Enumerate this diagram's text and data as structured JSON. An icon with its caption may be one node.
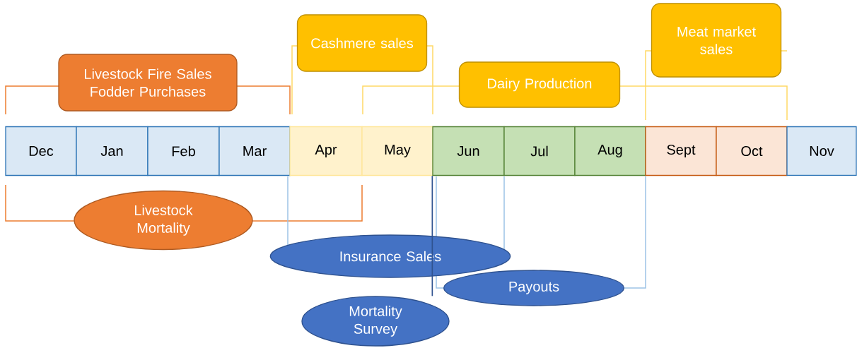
{
  "diagram": {
    "nodes": [
      {
        "text": [
          "Dec"
        ]
      },
      {
        "text": [
          "Jan"
        ]
      },
      {
        "text": [
          "Feb"
        ]
      },
      {
        "text": [
          "Mar"
        ]
      },
      {
        "text": [
          "Apr"
        ]
      },
      {
        "text": [
          "May"
        ]
      },
      {
        "text": [
          "Jun"
        ]
      },
      {
        "text": [
          "Jul"
        ]
      },
      {
        "text": [
          "Aug"
        ]
      },
      {
        "text": [
          "Sept"
        ]
      },
      {
        "text": [
          "Oct"
        ]
      },
      {
        "text": [
          "Nov"
        ]
      },
      {
        "text": [
          "Livestock Fire Sales Fodder Purchases"
        ]
      },
      {
        "text": [
          "Cashmere sales"
        ]
      },
      {
        "text": [
          "Dairy Production"
        ]
      },
      {
        "text": [
          "Meat market sales"
        ]
      },
      {
        "text": [
          "Livestock Mortality"
        ]
      },
      {
        "text": [
          "Insurance Sales"
        ]
      },
      {
        "text": [
          "Payouts"
        ]
      },
      {
        "text": [
          "Mortality Survey"
        ]
      }
    ],
    "edges": [
      {
        "from": 19,
        "to": 6,
        "arrow": "none"
      }
    ]
  }
}
